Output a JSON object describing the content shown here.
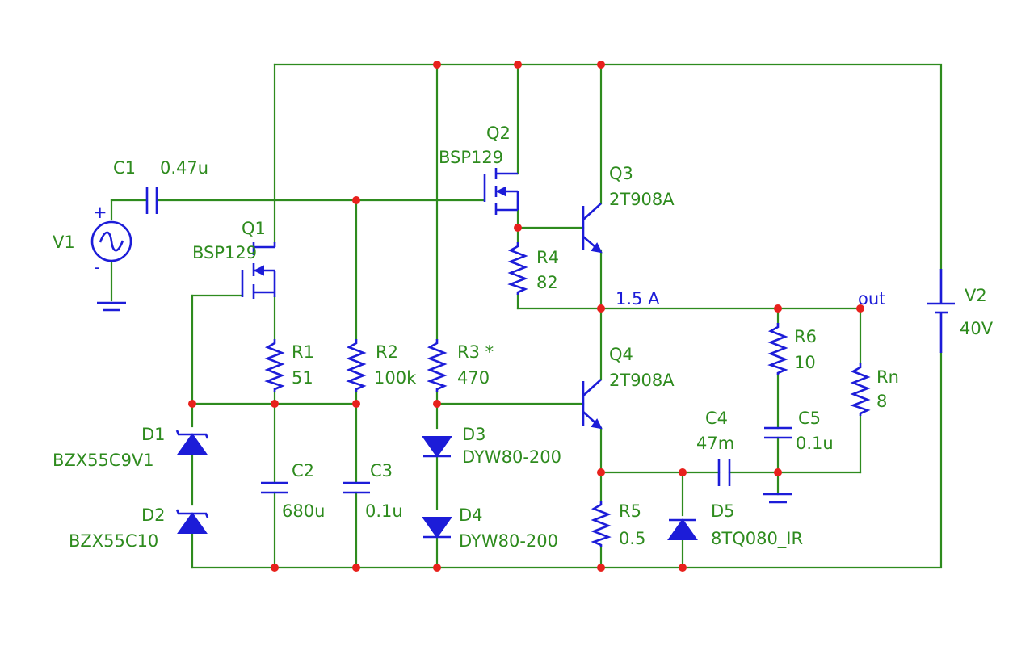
{
  "components": {
    "V1": {
      "ref": "V1"
    },
    "C1": {
      "ref": "C1",
      "value": "0.47u"
    },
    "Q1": {
      "ref": "Q1",
      "value": "BSP129"
    },
    "Q2": {
      "ref": "Q2",
      "value": "BSP129"
    },
    "Q3": {
      "ref": "Q3",
      "value": "2T908A"
    },
    "Q4": {
      "ref": "Q4",
      "value": "2T908A"
    },
    "R1": {
      "ref": "R1",
      "value": "51"
    },
    "R2": {
      "ref": "R2",
      "value": "100k"
    },
    "R3": {
      "ref": "R3 *",
      "value": "470"
    },
    "R4": {
      "ref": "R4",
      "value": "82"
    },
    "R5": {
      "ref": "R5",
      "value": "0.5"
    },
    "R6": {
      "ref": "R6",
      "value": "10"
    },
    "Rn": {
      "ref": "Rn",
      "value": "8"
    },
    "C2": {
      "ref": "C2",
      "value": "680u"
    },
    "C3": {
      "ref": "C3",
      "value": "0.1u"
    },
    "C4": {
      "ref": "C4",
      "value": "47m"
    },
    "C5": {
      "ref": "C5",
      "value": "0.1u"
    },
    "D1": {
      "ref": "D1",
      "value": "BZX55C9V1"
    },
    "D2": {
      "ref": "D2",
      "value": "BZX55C10"
    },
    "D3": {
      "ref": "D3",
      "value": "DYW80-200"
    },
    "D4": {
      "ref": "D4",
      "value": "DYW80-200"
    },
    "D5": {
      "ref": "D5",
      "value": "8TQ080_IR"
    },
    "V2": {
      "ref": "V2",
      "value": "40V"
    }
  },
  "annotations": {
    "current": "1.5 A",
    "output": "out",
    "v1_plus": "+",
    "v1_minus": "-"
  },
  "colors": {
    "wire": "#2e8b1e",
    "component": "#1c1cd8",
    "node": "#e8211c",
    "label": "#2e8b1e"
  }
}
